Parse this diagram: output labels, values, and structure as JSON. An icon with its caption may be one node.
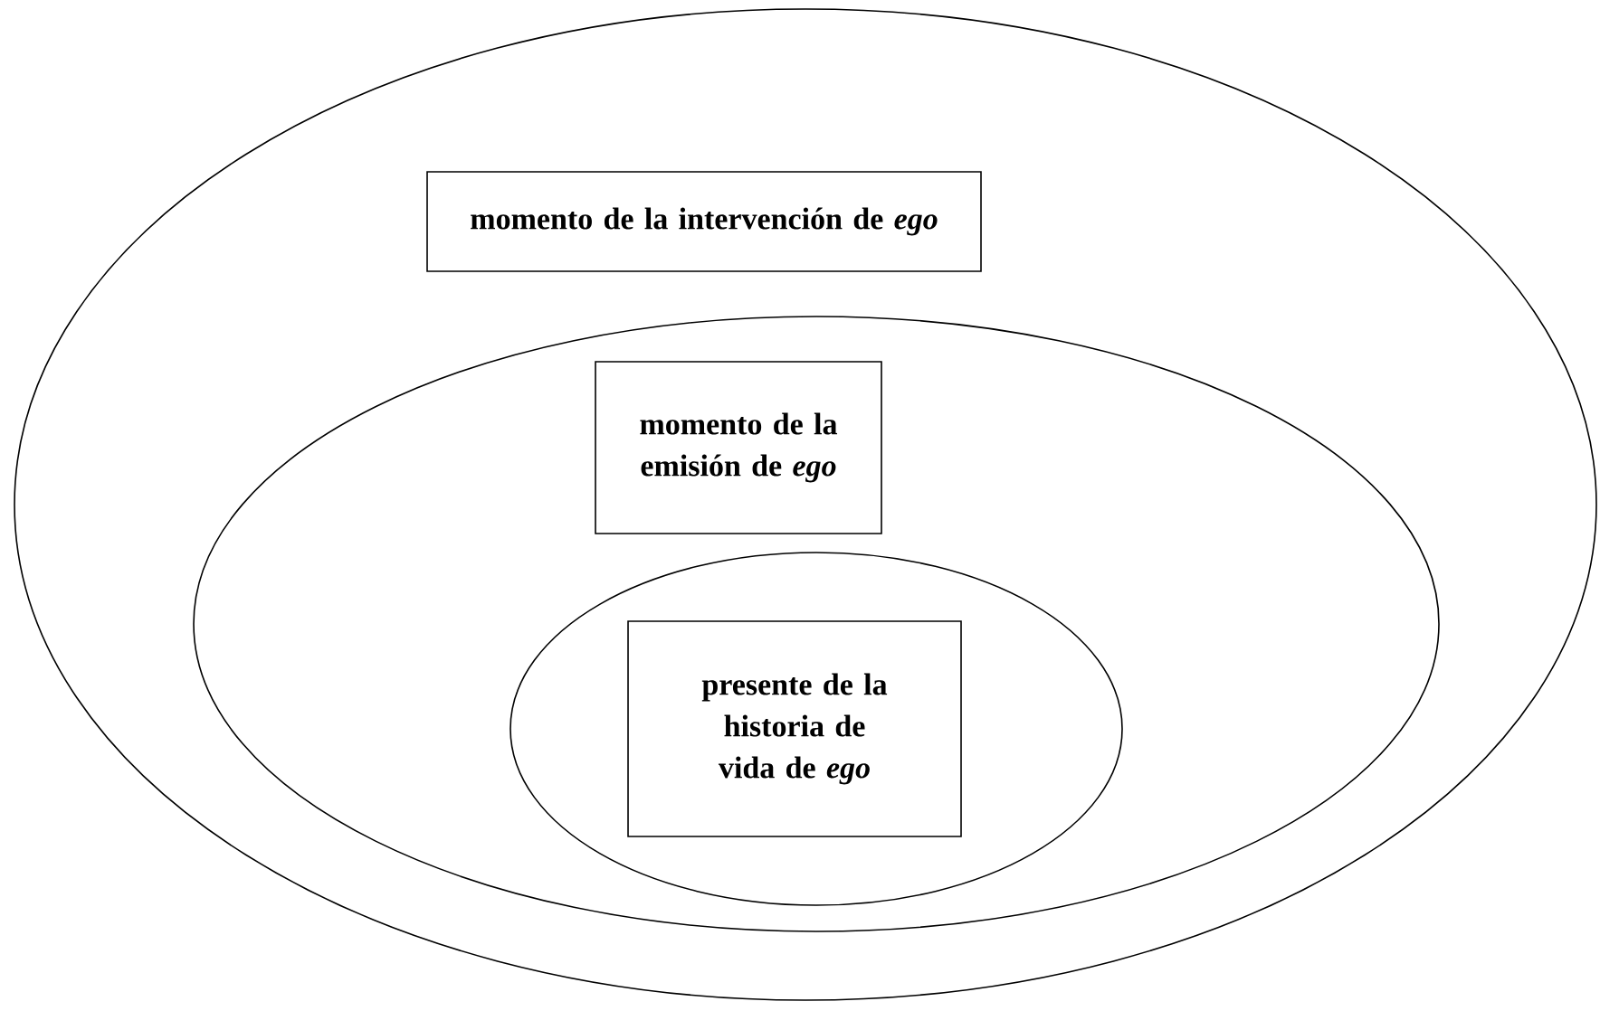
{
  "diagram": {
    "nodes": [
      {
        "text": [],
        "shape": "ellipse"
      },
      {
        "text": [
          "momento de la intervención de *ego*"
        ],
        "in": 0
      },
      {
        "text": [],
        "shape": "ellipse",
        "in": 0
      },
      {
        "text": [
          "momento de la emisión de *ego*"
        ],
        "in": 2
      },
      {
        "text": [],
        "shape": "ellipse",
        "in": 2
      },
      {
        "text": [
          "presente de la historia de vida de *ego*"
        ],
        "in": 4
      }
    ]
  }
}
